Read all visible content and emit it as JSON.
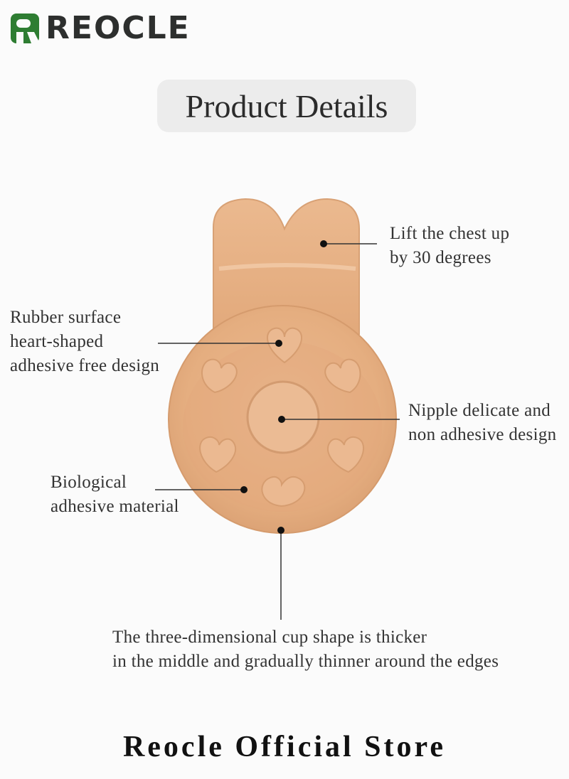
{
  "brand": {
    "name": "REOCLE",
    "mark_color": "#2e7d32"
  },
  "title": "Product Details",
  "annotations": {
    "lift": [
      "Lift the chest up",
      "by 30 degrees"
    ],
    "rubber": [
      "Rubber surface",
      "heart-shaped",
      "adhesive free design"
    ],
    "nipple": [
      "Nipple delicate and",
      "non adhesive design"
    ],
    "biological": [
      "Biological",
      "adhesive material"
    ],
    "cup": [
      "The three-dimensional cup shape is thicker",
      "in the middle and gradually thinner around the edges"
    ]
  },
  "footer": "Reocle Official Store",
  "colors": {
    "product": "#e7b184",
    "product_shadow": "#d9a074",
    "accent_green": "#2e7d32",
    "leader_line": "#333333"
  }
}
